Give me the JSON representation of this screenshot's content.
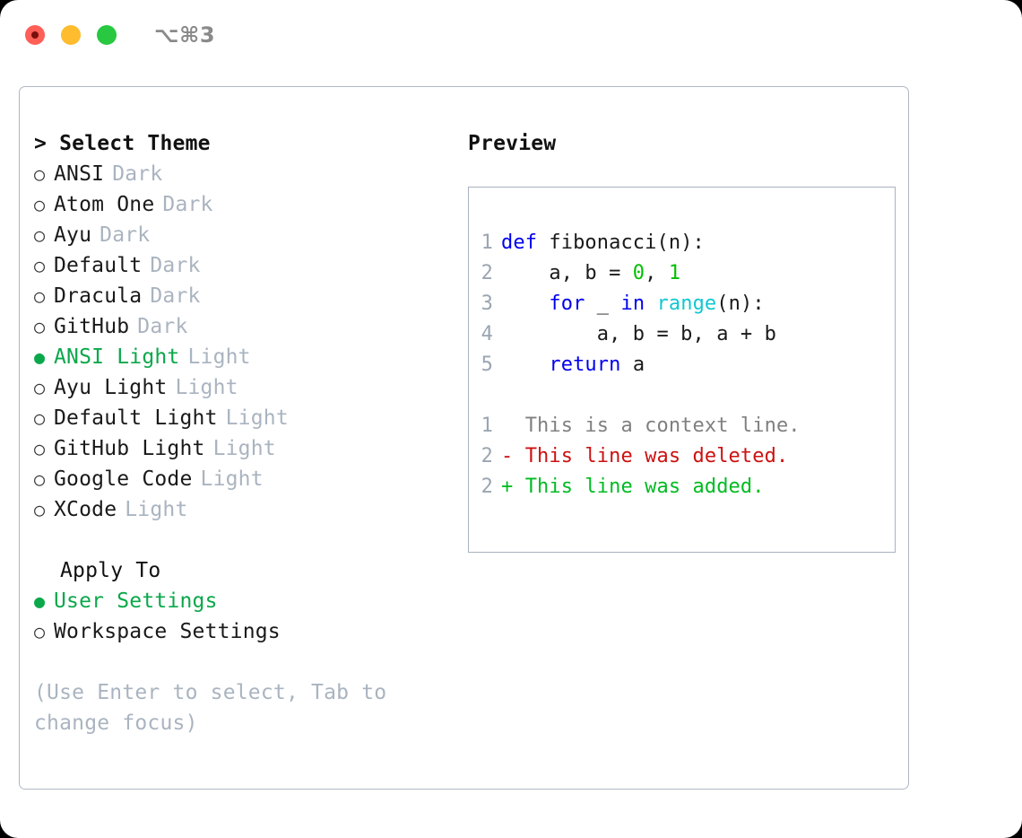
{
  "titlebar": {
    "lights": [
      {
        "name": "close-button",
        "color": "#ff5f57"
      },
      {
        "name": "minimize-button",
        "color": "#febc2e"
      },
      {
        "name": "maximize-button",
        "color": "#28c840"
      }
    ],
    "shortcut": "⌥⌘3"
  },
  "theme_panel": {
    "heading": "> Select Theme",
    "themes": [
      {
        "marker": "○",
        "name": "ANSI",
        "tag": "Dark",
        "selected": false
      },
      {
        "marker": "○",
        "name": "Atom One",
        "tag": "Dark",
        "selected": false
      },
      {
        "marker": "○",
        "name": "Ayu",
        "tag": "Dark",
        "selected": false
      },
      {
        "marker": "○",
        "name": "Default",
        "tag": "Dark",
        "selected": false
      },
      {
        "marker": "○",
        "name": "Dracula",
        "tag": "Dark",
        "selected": false
      },
      {
        "marker": "○",
        "name": "GitHub",
        "tag": "Dark",
        "selected": false
      },
      {
        "marker": "●",
        "name": "ANSI Light",
        "tag": "Light",
        "selected": true
      },
      {
        "marker": "○",
        "name": "Ayu Light",
        "tag": "Light",
        "selected": false
      },
      {
        "marker": "○",
        "name": "Default Light",
        "tag": "Light",
        "selected": false
      },
      {
        "marker": "○",
        "name": "GitHub Light",
        "tag": "Light",
        "selected": false
      },
      {
        "marker": "○",
        "name": "Google Code",
        "tag": "Light",
        "selected": false
      },
      {
        "marker": "○",
        "name": "XCode",
        "tag": "Light",
        "selected": false
      }
    ],
    "apply_to": {
      "heading": "Apply To",
      "options": [
        {
          "marker": "●",
          "label": "User Settings",
          "selected": true
        },
        {
          "marker": "○",
          "label": "Workspace Settings",
          "selected": false
        }
      ]
    },
    "hint": "(Use Enter to select, Tab to change focus)"
  },
  "preview_panel": {
    "heading": "Preview",
    "code_lines": [
      {
        "number": "1",
        "tokens": [
          {
            "text": "def",
            "type": "kw"
          },
          {
            "text": " fibonacci(n):",
            "type": "plain"
          }
        ]
      },
      {
        "number": "2",
        "tokens": [
          {
            "text": "    a, b = ",
            "type": "plain"
          },
          {
            "text": "0",
            "type": "num"
          },
          {
            "text": ", ",
            "type": "plain"
          },
          {
            "text": "1",
            "type": "num"
          }
        ]
      },
      {
        "number": "3",
        "tokens": [
          {
            "text": "    ",
            "type": "plain"
          },
          {
            "text": "for",
            "type": "kw"
          },
          {
            "text": " _ ",
            "type": "plain"
          },
          {
            "text": "in",
            "type": "kw"
          },
          {
            "text": " ",
            "type": "plain"
          },
          {
            "text": "range",
            "type": "fn"
          },
          {
            "text": "(n):",
            "type": "plain"
          }
        ]
      },
      {
        "number": "4",
        "tokens": [
          {
            "text": "        a, b = b, a + b",
            "type": "plain"
          }
        ]
      },
      {
        "number": "5",
        "tokens": [
          {
            "text": "    ",
            "type": "plain"
          },
          {
            "text": "return",
            "type": "kw"
          },
          {
            "text": " a",
            "type": "plain"
          }
        ]
      }
    ],
    "diff_lines": [
      {
        "number": "1",
        "prefix": "  ",
        "text": "This is a context line.",
        "type": "ctx"
      },
      {
        "number": "2",
        "prefix": "- ",
        "text": "This line was deleted.",
        "type": "del"
      },
      {
        "number": "2",
        "prefix": "+ ",
        "text": "This line was added.",
        "type": "add"
      }
    ]
  },
  "colors": {
    "selected_green": "#0aa84a",
    "keyword_blue": "#0000ee",
    "function_cyan": "#11c7d1",
    "number_green": "#00c000",
    "diff_added": "#00bb22",
    "diff_deleted": "#cc1111",
    "diff_context": "#808080",
    "line_number": "#9aa5b1",
    "muted_tag": "#aab4c0",
    "border": "#b0b8c4"
  }
}
